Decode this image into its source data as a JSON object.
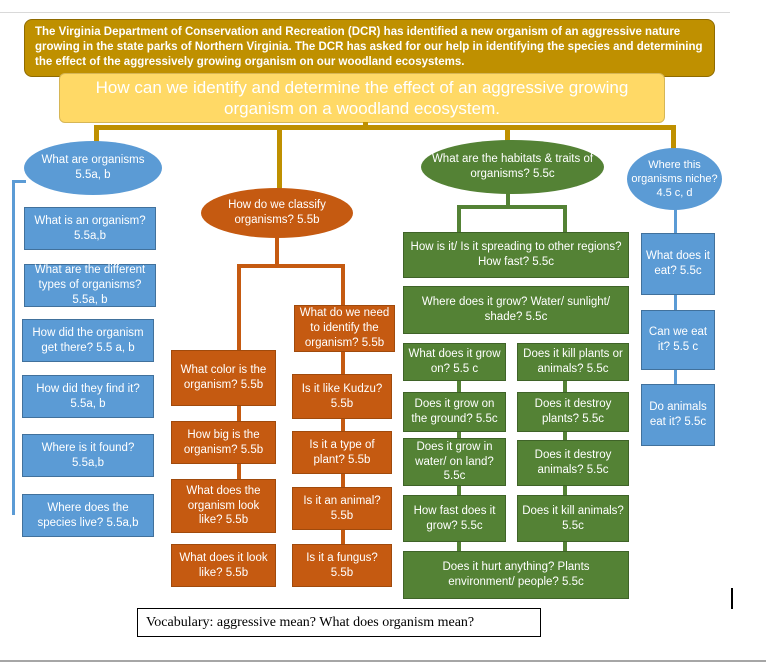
{
  "header": {
    "intro": "The Virginia Department of Conservation and Recreation (DCR) has identified a new organism of an aggressive nature growing in the state parks of Northern Virginia.  The DCR has asked for our help in identifying the species and determining the effect of the aggressively growing organism on our woodland ecosystems.",
    "question": "How can we identify and determine the effect of an aggressive growing organism on a woodland ecosystem."
  },
  "branches": {
    "organisms": {
      "title": "What are organisms 5.5a, b",
      "items": [
        "What is an organism? 5.5a,b",
        "What are the different types of organisms? 5.5a, b",
        "How did the organism get there? 5.5 a, b",
        "How did they find it? 5.5a, b",
        "Where is it found? 5.5a,b",
        "Where does the species live? 5.5a,b"
      ]
    },
    "classify": {
      "title": "How do we classify organisms?  5.5b",
      "left_items": [
        "What color is the organism? 5.5b",
        "How big is the organism? 5.5b",
        "What does the organism look like? 5.5b",
        "What does it look like? 5.5b"
      ],
      "right_items": [
        "What do we need to identify the organism? 5.5b",
        "Is it like Kudzu? 5.5b",
        "Is it a type of plant? 5.5b",
        "Is it an animal? 5.5b",
        "Is it a fungus? 5.5b"
      ]
    },
    "habitats": {
      "title": "What are the habitats & traits of organisms? 5.5c",
      "top_items": [
        "How is it/ Is it spreading to other regions? How fast? 5.5c",
        "Where does it grow? Water/ sunlight/ shade? 5.5c"
      ],
      "left_items": [
        "What does it grow on? 5.5 c",
        "Does it grow on the ground? 5.5c",
        "Does it grow in water/ on land? 5.5c",
        "How fast does it grow? 5.5c"
      ],
      "right_items": [
        "Does it kill plants or animals? 5.5c",
        "Does it destroy plants? 5.5c",
        "Does it destroy animals? 5.5c",
        "Does it kill animals? 5.5c"
      ],
      "bottom_item": "Does it hurt anything? Plants environment/ people? 5.5c"
    },
    "niche": {
      "title": "Where this organisms niche? 4.5 c, d",
      "items": [
        "What does it eat? 5.5c",
        "Can we eat it? 5.5 c",
        "Do animals eat it? 5.5c"
      ]
    }
  },
  "vocabulary": "Vocabulary: aggressive mean?  What does organism mean?",
  "colors": {
    "header": "#bf9000",
    "question": "#ffd966",
    "blue": "#5b9bd5",
    "orange": "#c55a11",
    "green": "#548235"
  }
}
